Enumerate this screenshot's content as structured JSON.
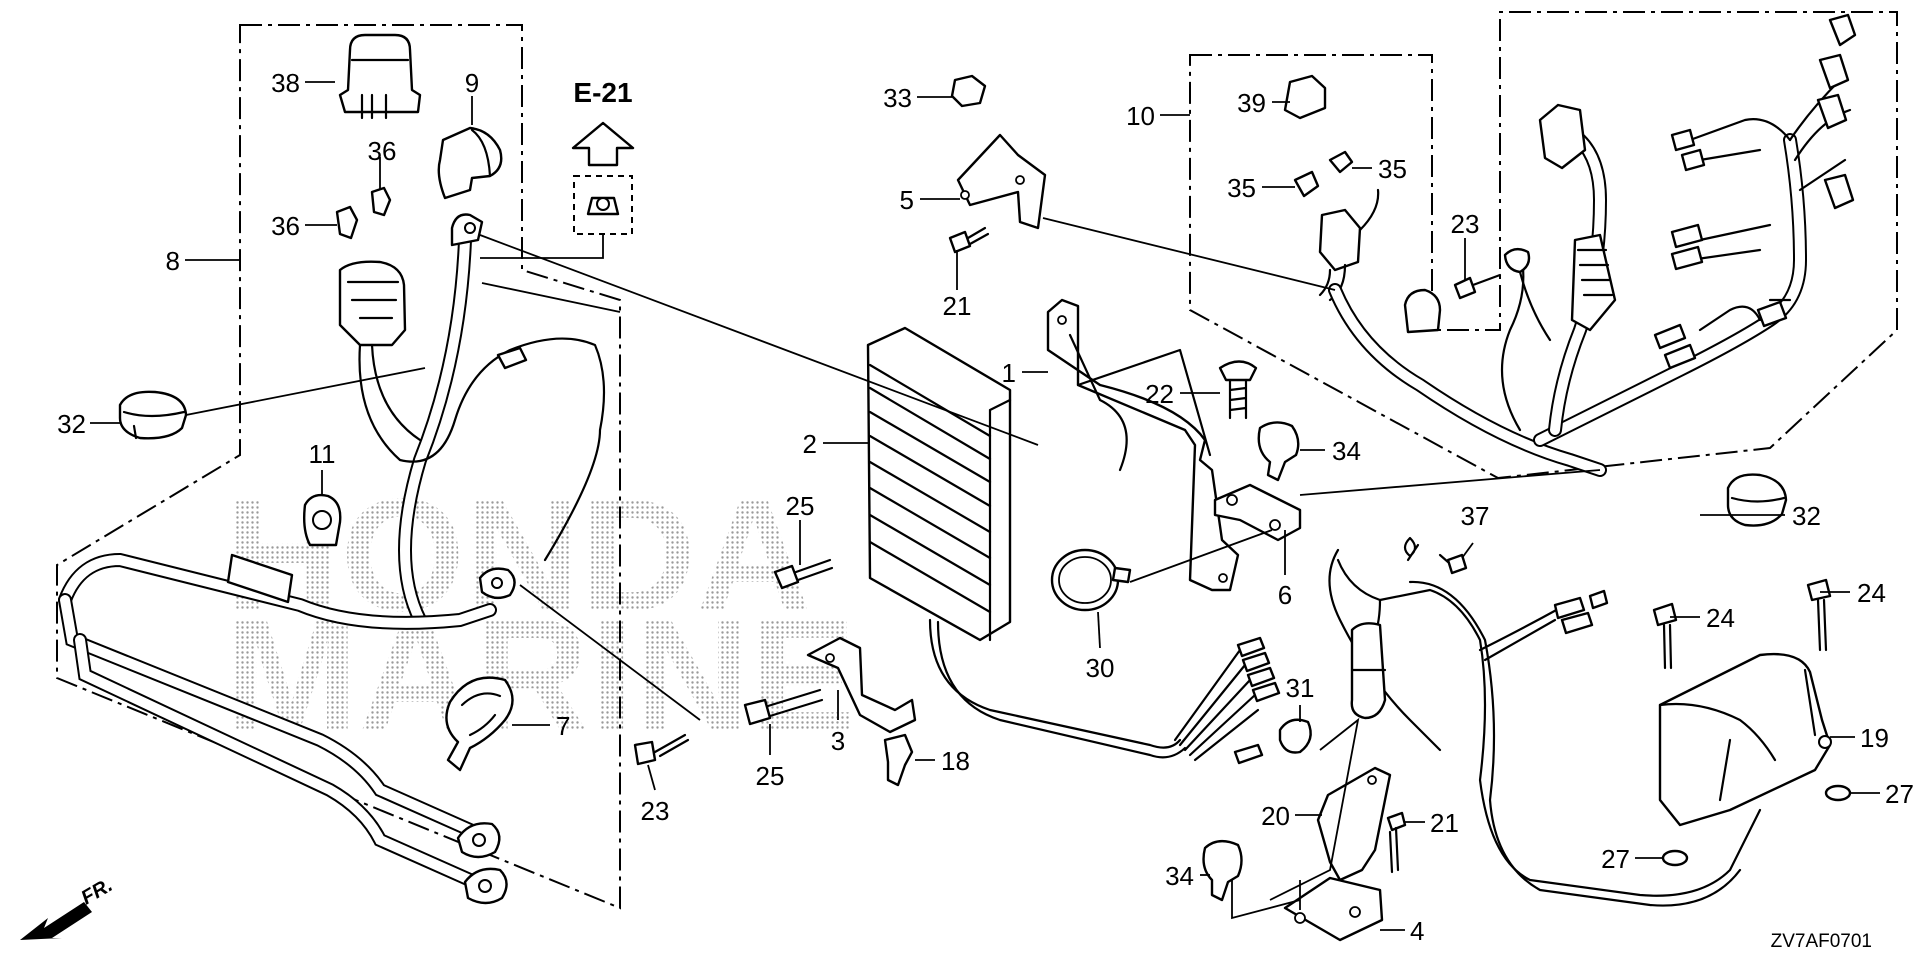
{
  "reference": {
    "label": "E-21"
  },
  "code": "ZV7AF0701",
  "direction_label": "FR.",
  "watermark": {
    "line1": "HONDA",
    "line2": "MARINE"
  },
  "callouts": {
    "c38": "38",
    "c9": "9",
    "c36a": "36",
    "c36b": "36",
    "c8": "8",
    "c32a": "32",
    "c11": "11",
    "c7": "7",
    "c23a": "23",
    "c33": "33",
    "c5": "5",
    "c21a": "21",
    "c10": "10",
    "c39": "39",
    "c35a": "35",
    "c35b": "35",
    "c23b": "23",
    "c1": "1",
    "c22": "22",
    "c34a": "34",
    "c2": "2",
    "c25a": "25",
    "c32b": "32",
    "c37": "37",
    "c6": "6",
    "c30": "30",
    "c24a": "24",
    "c24b": "24",
    "c31": "31",
    "c3": "3",
    "c18": "18",
    "c25b": "25",
    "c19": "19",
    "c27a": "27",
    "c27b": "27",
    "c20": "20",
    "c21b": "21",
    "c34b": "34",
    "c4": "4"
  }
}
